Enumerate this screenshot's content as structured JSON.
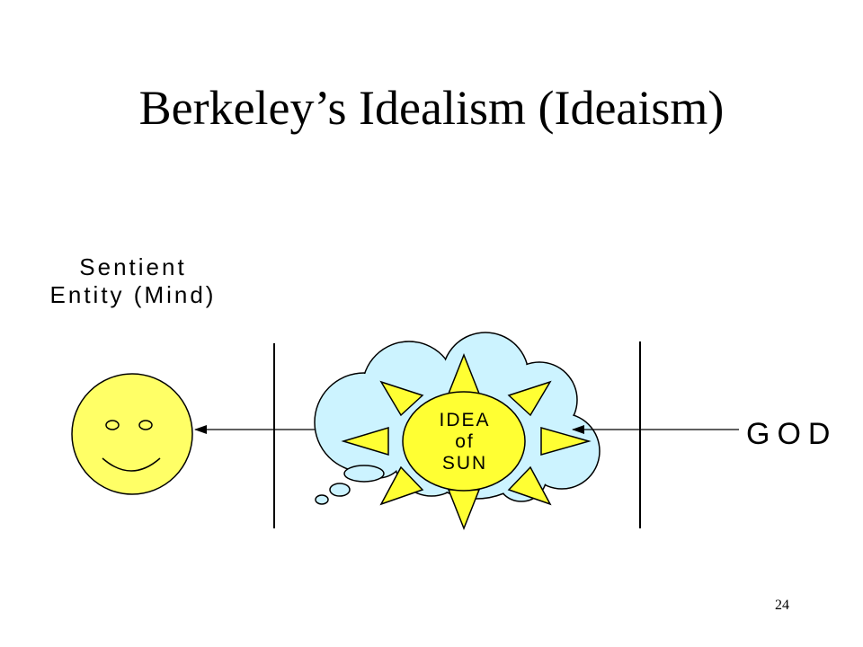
{
  "slide": {
    "title": "Berkeley’s Idealism (Ideaism)",
    "number": "24"
  },
  "mind": {
    "label_line1": "Sentient",
    "label_line2": "Entity (Mind)",
    "face_color": "#FFFF66"
  },
  "idea": {
    "line1": "IDEA",
    "line2": "of",
    "line3": "SUN",
    "sun_color": "#FFFF33",
    "cloud_color": "#CCF3FF"
  },
  "god": {
    "label": "GOD"
  }
}
